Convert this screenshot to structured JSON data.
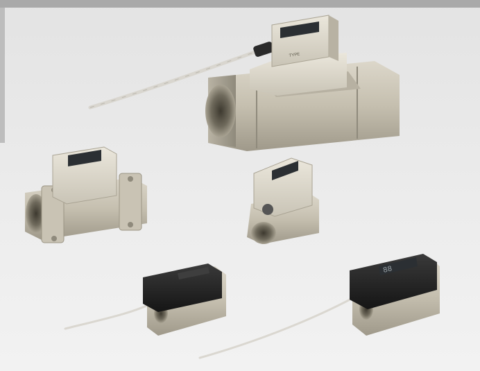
{
  "image": {
    "subject": "flow-switch-product-photo",
    "products": [
      {
        "id": "large-flow-switch",
        "display_value": "",
        "label_text": "TYPE"
      },
      {
        "id": "medium-flow-switch",
        "display_value": ""
      },
      {
        "id": "compact-flow-switch",
        "display_value": ""
      },
      {
        "id": "mini-flow-switch-left",
        "display_value": ""
      },
      {
        "id": "mini-flow-switch-right",
        "display_value": "88"
      }
    ],
    "colors": {
      "background": "#ececec",
      "top_band": "#a9a9a9",
      "body_metal": "#c9c3b4",
      "display_lcd": "#2b2f33",
      "black_housing": "#1e1e1e"
    }
  }
}
